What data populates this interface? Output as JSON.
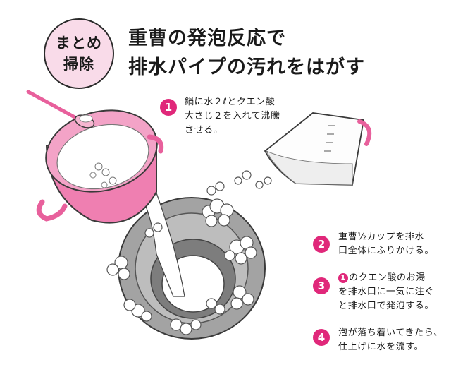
{
  "badge": {
    "line1": "まとめ",
    "line2": "掃除"
  },
  "title": {
    "line1": "重曹の発泡反応で",
    "line2": "排水パイプの汚れをはがす"
  },
  "steps": [
    {
      "number": "1",
      "lines": [
        "鍋に水２ℓとクエン酸",
        "大さじ２を入れて沸騰",
        "させる。"
      ]
    },
    {
      "number": "2",
      "lines": [
        "重曹½カップを排水",
        "口全体にふりかける。"
      ]
    },
    {
      "number": "3",
      "ref_number": "1",
      "first_line_rest": "のクエン酸のお湯",
      "lines": [
        "を排水口に一気に注ぐ",
        "と排水口で発泡する。"
      ]
    },
    {
      "number": "4",
      "lines": [
        "泡が落ち着いてきたら、",
        "仕上げに水を流す。"
      ]
    }
  ],
  "colors": {
    "accent": "#e0287a",
    "badge_fill": "#f9dbe9",
    "pot_pink": "#e8609c",
    "drain_gray": "#8c8c8c"
  },
  "icons": [
    "pot-icon",
    "measuring-cup-icon",
    "drain-icon",
    "foam-icon",
    "spoon-icon"
  ]
}
